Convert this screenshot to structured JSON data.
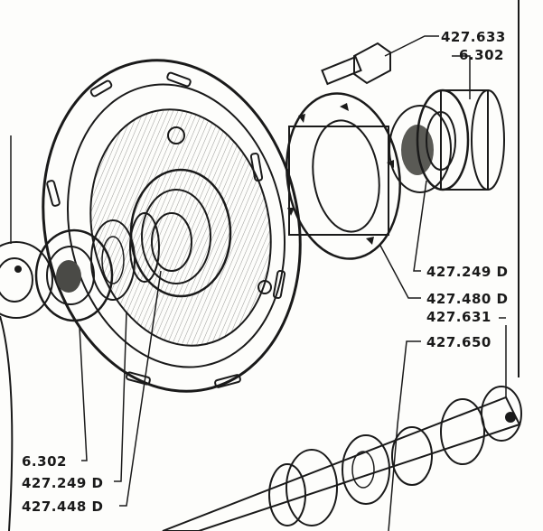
{
  "parts": {
    "top_right": [
      {
        "ref": "427.633"
      },
      {
        "ref": "6.302"
      },
      {
        "ref": "427.249 D"
      },
      {
        "ref": "427.480 D"
      },
      {
        "ref": "427.631"
      },
      {
        "ref": "427.650"
      }
    ],
    "bottom_left": [
      {
        "ref": "6.302"
      },
      {
        "ref": "427.249 D"
      },
      {
        "ref": "427.448 D"
      }
    ]
  },
  "colors": {
    "ink": "#1a1a1a",
    "paper": "#fdfdfb",
    "shade": "#bdbdb8"
  }
}
